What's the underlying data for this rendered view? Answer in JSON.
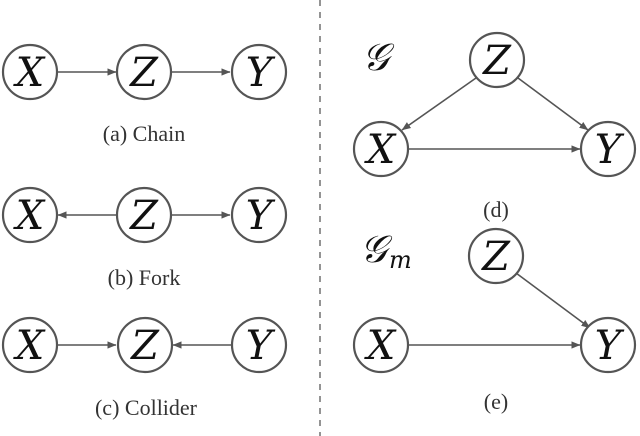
{
  "nodes": {
    "x": "X",
    "y": "Y",
    "z": "Z"
  },
  "captions": {
    "chain": "(a) Chain",
    "fork": "(b) Fork",
    "collider": "(c) Collider",
    "d": "(d)",
    "e": "(e)"
  },
  "graph_labels": {
    "g": "𝒢",
    "gm_main": "𝒢",
    "gm_sub": "m"
  },
  "colors": {
    "stroke": "#555555",
    "text": "#111111",
    "caption": "#333333"
  }
}
